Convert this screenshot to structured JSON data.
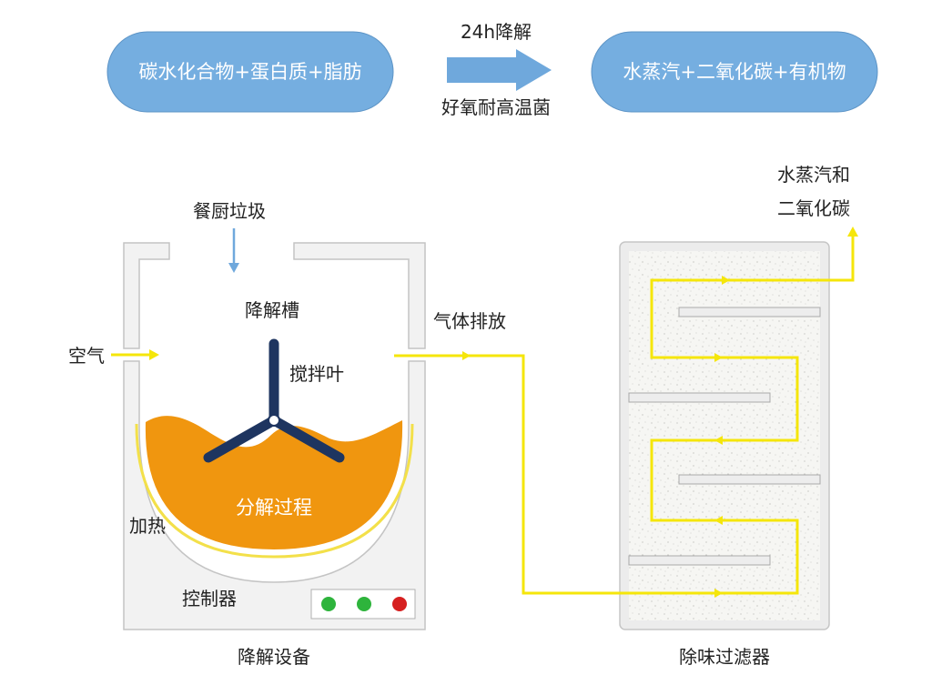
{
  "equation": {
    "reactants": "碳水化合物+蛋白质+脂肪",
    "condition_top": "24h降解",
    "condition_bottom": "好氧耐高温菌",
    "products": "水蒸汽+二氧化碳+有机物"
  },
  "equipment": {
    "input_label": "餐厨垃圾",
    "tank_label": "降解槽",
    "air_label": "空气",
    "blade_label": "搅拌叶",
    "exhaust_label": "气体排放",
    "process_label": "分解过程",
    "heating_label": "加热",
    "controller_label": "控制器",
    "caption": "降解设备"
  },
  "filter": {
    "output_line1": "水蒸汽和",
    "output_line2": "二氧化碳",
    "caption": "除味过滤器"
  },
  "colors": {
    "pill_fill": "#75aee0",
    "pill_stroke": "#5d94c6",
    "arrow_blue": "#6fa8dc",
    "gas_yellow": "#f5e60a",
    "waste_orange": "#f0960f",
    "blade_navy": "#1e3560",
    "heater_yellow": "#f3e04a",
    "equipment_gray": "#f2f2f2",
    "light_green": "#2eb43c",
    "light_red": "#d62020"
  }
}
